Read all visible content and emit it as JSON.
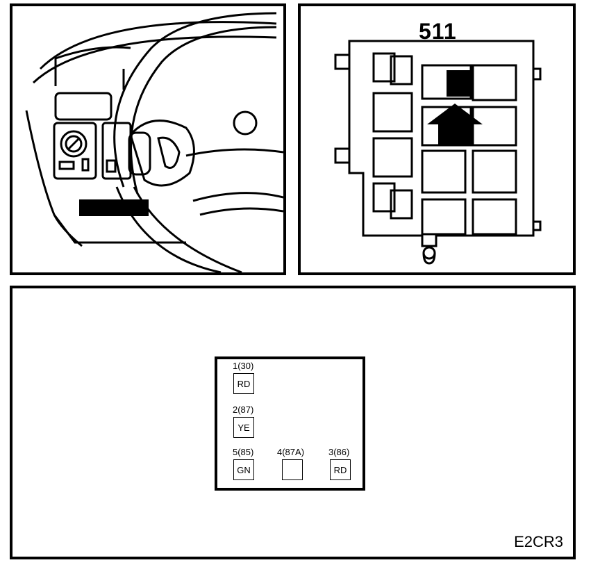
{
  "relay_panel": {
    "fuse_box_number": "511"
  },
  "connector": {
    "pins": [
      {
        "pin": "1(30)",
        "color": "RD"
      },
      {
        "pin": "2(87)",
        "color": "YE"
      },
      {
        "pin": "5(85)",
        "color": "GN"
      },
      {
        "pin": "4(87A)",
        "color": ""
      },
      {
        "pin": "3(86)",
        "color": "RD"
      }
    ]
  },
  "figure_code": "E2CR3"
}
